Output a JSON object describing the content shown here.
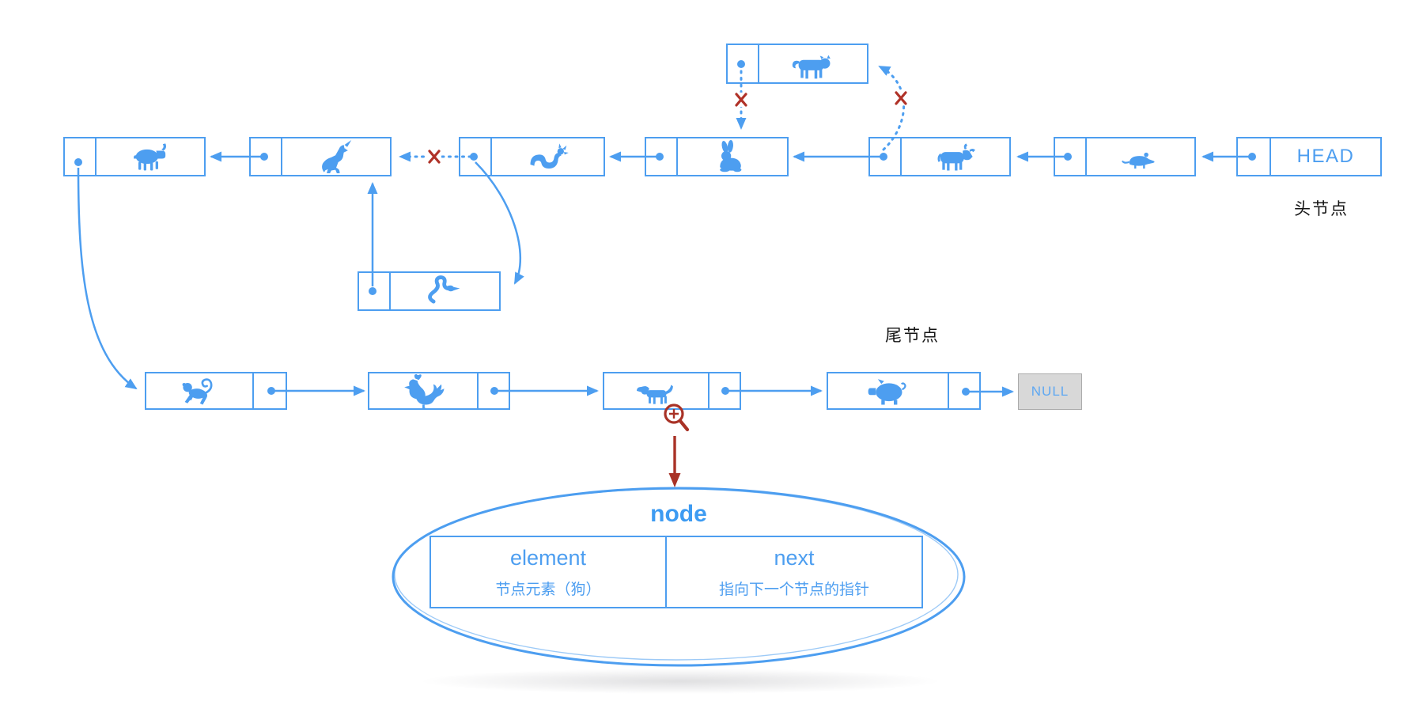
{
  "colors": {
    "accent_blue": "#4D9EF0",
    "cross_red": "#B03228",
    "magnifier_red": "#A93226",
    "null_bg": "#D8D8D8",
    "label_black": "#141414"
  },
  "captions": {
    "head": "头节点",
    "tail": "尾节点"
  },
  "list": {
    "top_row": [
      {
        "id": "sheep",
        "icon": "sheep-icon"
      },
      {
        "id": "horse",
        "icon": "horse-icon"
      },
      {
        "id": "dragon",
        "icon": "dragon-icon"
      },
      {
        "id": "rabbit",
        "icon": "rabbit-icon"
      },
      {
        "id": "ox",
        "icon": "ox-icon"
      },
      {
        "id": "rat",
        "icon": "rat-icon"
      },
      {
        "id": "head",
        "label": "HEAD"
      }
    ],
    "inserted_node": {
      "id": "snake",
      "icon": "snake-icon"
    },
    "removed_node": {
      "id": "tiger",
      "icon": "tiger-icon"
    },
    "bottom_row": [
      {
        "id": "monkey",
        "icon": "monkey-icon"
      },
      {
        "id": "rooster",
        "icon": "rooster-icon"
      },
      {
        "id": "dog",
        "icon": "dog-icon"
      },
      {
        "id": "pig",
        "icon": "pig-icon"
      },
      {
        "id": "null",
        "label": "NULL"
      }
    ]
  },
  "node_detail": {
    "title": "node",
    "element_label": "element",
    "element_caption": "节点元素（狗）",
    "next_label": "next",
    "next_caption": "指向下一个节点的指针"
  },
  "markers": {
    "delete_cross": "✕",
    "magnifier": "magnifier-icon"
  }
}
